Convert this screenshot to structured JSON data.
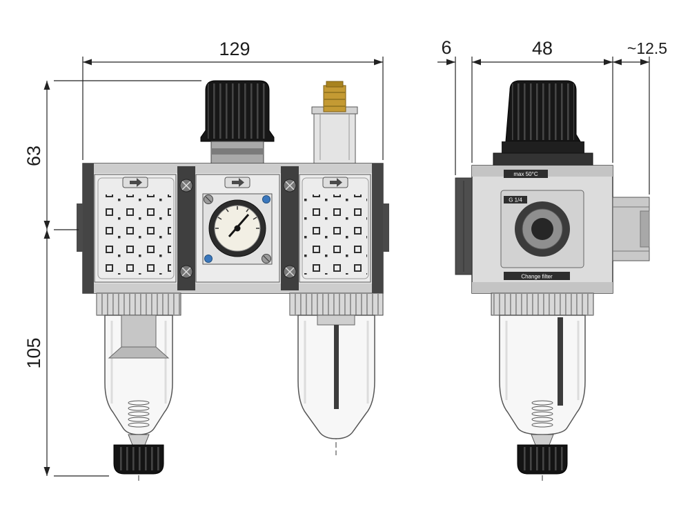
{
  "dimensions": {
    "front_width": "129",
    "front_upper_height": "63",
    "front_lower_height": "105",
    "side_offset": "6",
    "side_width": "48",
    "side_port_depth": "~12.5"
  },
  "labels": {
    "temp_rating": "max 50°C",
    "port_size": "G 1/4",
    "service_note": "Change filter"
  },
  "colors": {
    "line": "#1f1f1f",
    "knob_black": "#171717",
    "body_gray": "#dcdcdc",
    "flange_dark": "#454545",
    "brass": "#c49a33",
    "screw_blue": "#3a77bd",
    "background": "#ffffff"
  }
}
